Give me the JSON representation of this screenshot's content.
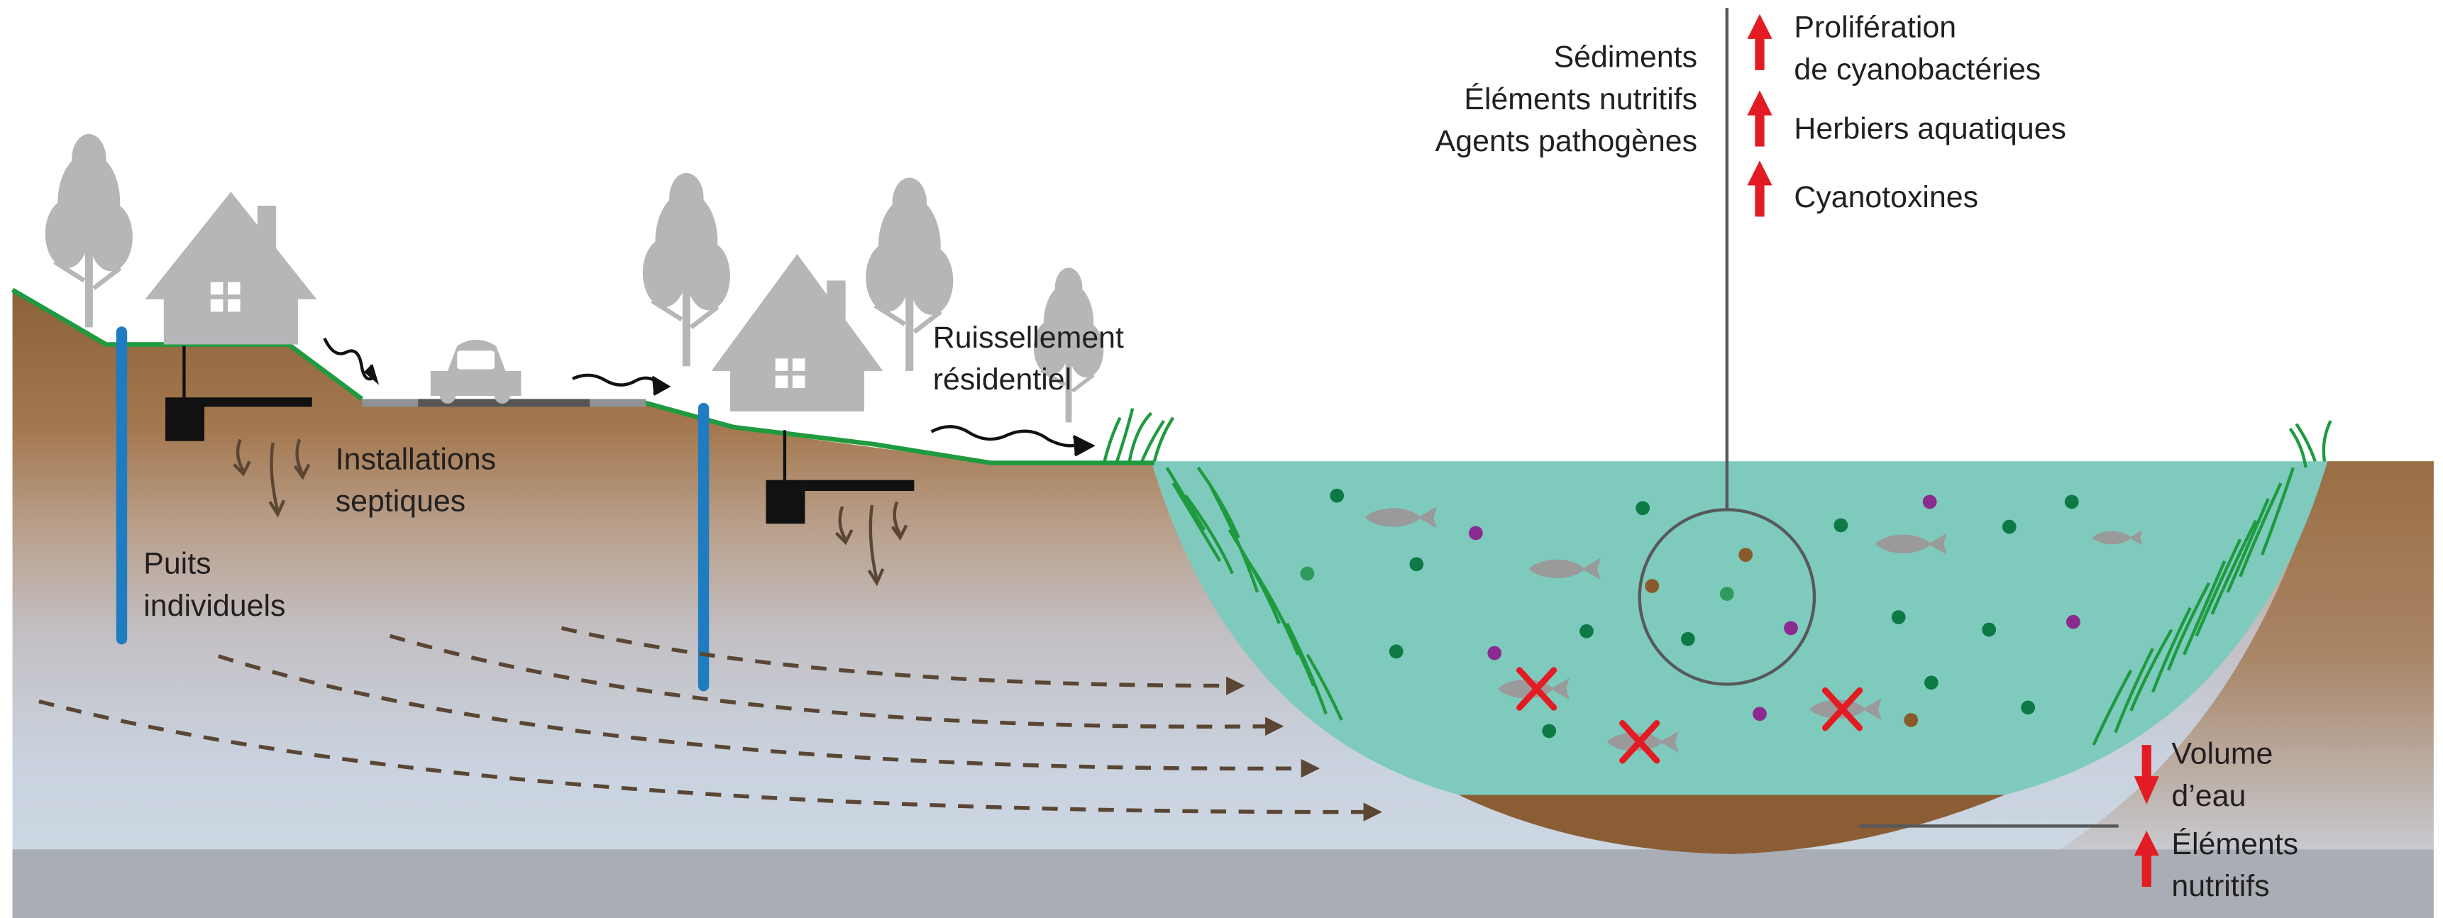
{
  "labels": {
    "inputs": [
      "Sédiments",
      "Éléments nutritifs",
      "Agents pathogènes"
    ],
    "cyanobacteria_line1": "Prolifération",
    "cyanobacteria_line2": "de cyanobactéries",
    "aquatic_plants": "Herbiers aquatiques",
    "cyanotoxins": "Cyanotoxines",
    "runoff_line1": "Ruissellement",
    "runoff_line2": "résidentiel",
    "septic_line1": "Installations",
    "septic_line2": "septiques",
    "wells_line1": "Puits",
    "wells_line2": "individuels",
    "volume_line1": "Volume",
    "volume_line2": "d’eau",
    "bottom_nutrients_line1": "Éléments",
    "bottom_nutrients_line2": "nutritifs"
  },
  "indicators": {
    "cyanobacteria": "increase",
    "aquatic_plants": "increase",
    "cyanotoxins": "increase",
    "water_volume": "decrease",
    "sediment_nutrients": "increase"
  },
  "colors": {
    "water": "#7ecbbe",
    "soil": "#8c6239",
    "grass": "#1f9a3f",
    "well_pipe": "#1f7cc1",
    "red_arrow": "#e31b23",
    "silhouette": "#b4b6b8",
    "fish": "#9a9a9a",
    "particle_green": "#0d7a45",
    "particle_purple": "#8b2a8f",
    "particle_brown": "#8a5a2b"
  },
  "icons": [
    "house-icon",
    "car-icon",
    "tree-icon",
    "fish-icon",
    "septic-tank-icon",
    "up-arrow-icon",
    "down-arrow-icon",
    "dead-fish-cross-icon"
  ]
}
